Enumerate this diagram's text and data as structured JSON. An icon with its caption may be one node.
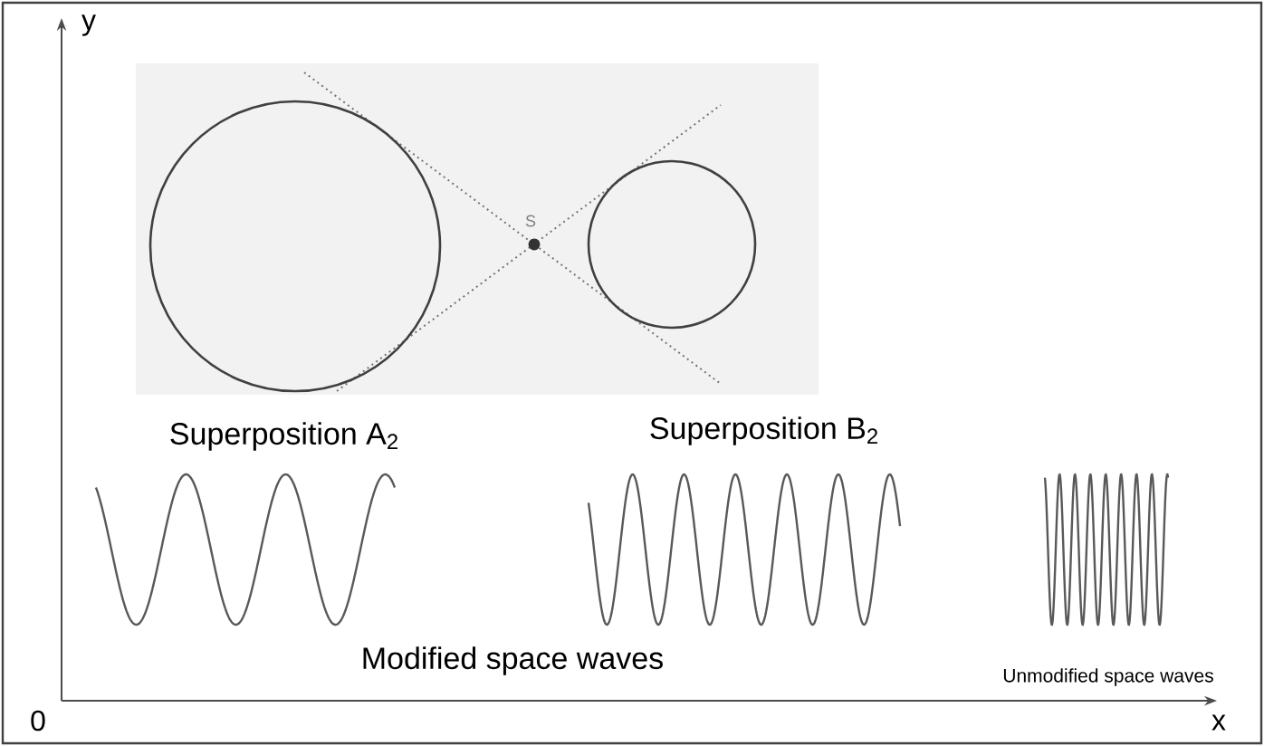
{
  "diagram": {
    "labels": [
      "y",
      "S",
      "Superposition A$_{2}$",
      "Superposition B$_{2}$",
      "Modified space waves",
      "Unmodified space waves",
      "0",
      "x"
    ]
  }
}
